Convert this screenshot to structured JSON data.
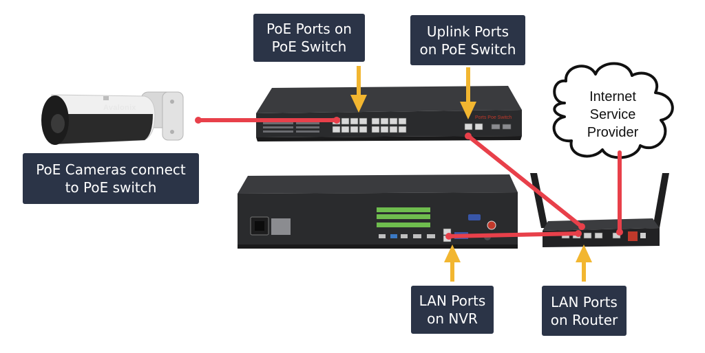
{
  "labels": {
    "poe_ports": [
      "PoE Ports on",
      "PoE Switch"
    ],
    "uplink_ports": [
      "Uplink Ports",
      "on PoE Switch"
    ],
    "cameras": [
      "PoE Cameras connect",
      "to PoE switch"
    ],
    "lan_nvr": [
      "LAN Ports",
      "on NVR"
    ],
    "lan_router": [
      "LAN Ports",
      "on Router"
    ],
    "isp": [
      "Internet",
      "Service",
      "Provider"
    ]
  },
  "camera_brand": "Avalonix",
  "switch_brand": "Ports Poe Switch",
  "colors": {
    "label_bg": "#2b3447",
    "label_text": "#ffffff",
    "cable": "#e8404a",
    "arrow": "#f2b630",
    "device_dark": "#2a2b2d",
    "cloud_stroke": "#111111"
  }
}
